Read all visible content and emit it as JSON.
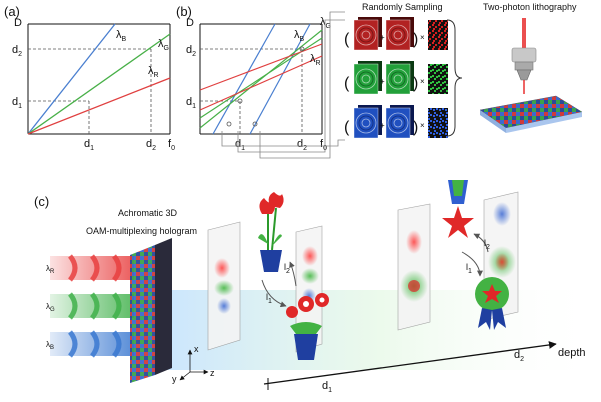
{
  "panel_a": {
    "label": "(a)",
    "y_axis": "D",
    "x_end": "f",
    "x_end_sub": "0",
    "d1": "d",
    "d1_sub": "1",
    "d2": "d",
    "d2_sub": "2",
    "lambda_b": "λ",
    "lambda_b_sub": "B",
    "lambda_g": "λ",
    "lambda_g_sub": "G",
    "lambda_r": "λ",
    "lambda_r_sub": "R"
  },
  "panel_b": {
    "label": "(b)",
    "y_axis": "D",
    "x_end": "f",
    "x_end_sub": "0",
    "d1": "d",
    "d1_sub": "1",
    "d2": "d",
    "d2_sub": "2",
    "lambda_b": "λ",
    "lambda_b_sub": "B",
    "lambda_g": "λ",
    "lambda_g_sub": "G",
    "lambda_r": "λ",
    "lambda_r_sub": "R"
  },
  "sampling": {
    "title": "Randomly Sampling",
    "rows": [
      {
        "color": "#b22222",
        "dark": "#4a0a0a",
        "mask": "#d62020"
      },
      {
        "color": "#22a03a",
        "dark": "#0a3a12",
        "mask": "#30c040"
      },
      {
        "color": "#2050c0",
        "dark": "#0a1850",
        "mask": "#3060e0"
      }
    ],
    "open_paren": "(",
    "close_paren": ")",
    "plus": "+",
    "times": "×"
  },
  "lithography": {
    "title": "Two-photon lithography"
  },
  "panel_c": {
    "label": "(c)",
    "title_line1": "Achromatic 3D",
    "title_line2": "OAM-multiplexing hologram",
    "beams": [
      {
        "name": "λ",
        "sub": "R",
        "color": "#e84040"
      },
      {
        "name": "λ",
        "sub": "G",
        "color": "#3fb04a"
      },
      {
        "name": "λ",
        "sub": "B",
        "color": "#3a78d0"
      }
    ],
    "axis_x": "x",
    "axis_y": "y",
    "axis_z": "z",
    "depth_label": "depth",
    "d1": "d",
    "d1_sub": "1",
    "d2": "d",
    "d2_sub": "2",
    "l1": "l",
    "l1_sub": "1",
    "l2": "l",
    "l2_sub": "2"
  },
  "colors": {
    "red": "#e03030",
    "green": "#43b243",
    "blue": "#3f6fd0"
  }
}
